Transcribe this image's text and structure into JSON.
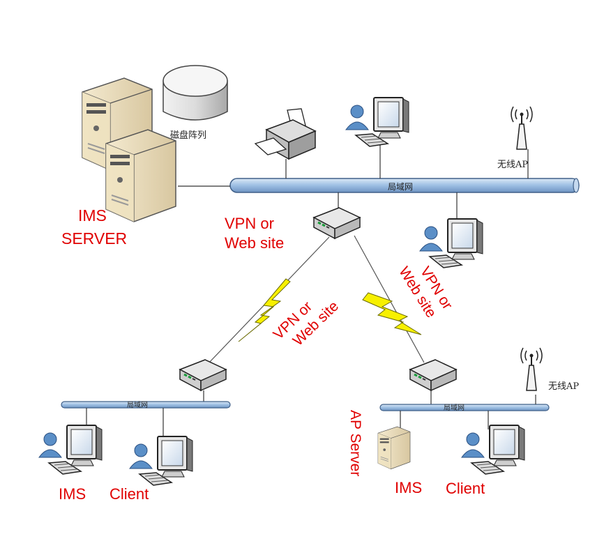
{
  "labels": {
    "disk_array": "磁盘阵列",
    "ims_server_1": "IMS",
    "ims_server_2": "SERVER",
    "main_lan": "局域网",
    "wireless_ap": "无线AP",
    "vpn_top_1": "VPN or",
    "vpn_top_2": "Web site",
    "vpn_left_1": "VPN or",
    "vpn_left_2": "Web site",
    "vpn_right_1": "VPN or",
    "vpn_right_2": "Web site",
    "left_lan": "局域网",
    "right_lan": "局域网",
    "right_ap": "无线AP",
    "ap_server": "AP Server",
    "left_ims": "IMS",
    "left_client": "Client",
    "right_ims": "IMS",
    "right_client": "Client"
  },
  "colors": {
    "label_red": "#e00000",
    "lan_bus": "#a9c6e6",
    "lightning": "#f7f000"
  }
}
